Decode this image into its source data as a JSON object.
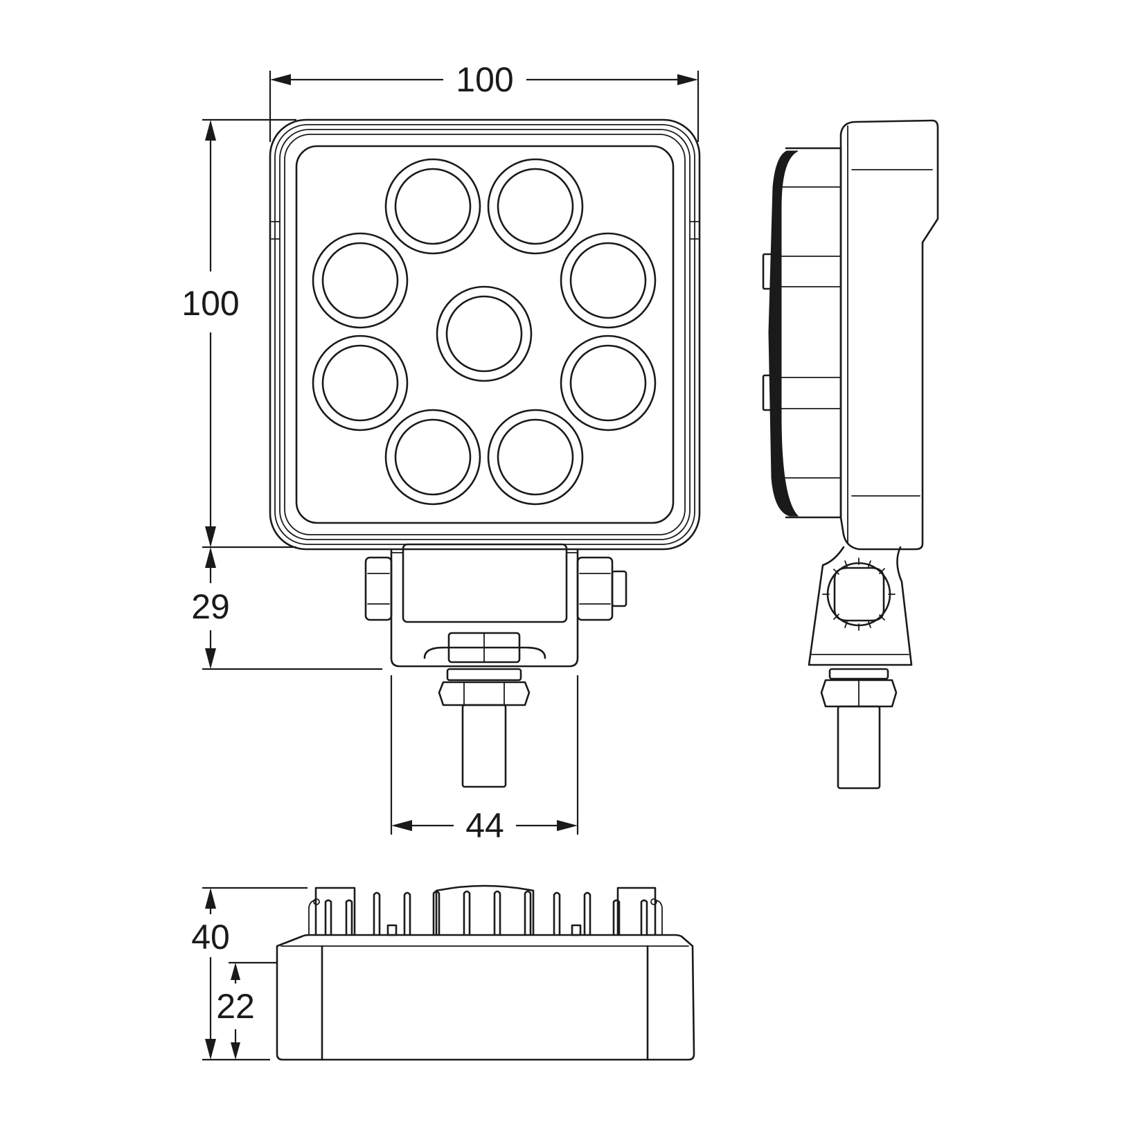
{
  "dimensions": {
    "width_top": "100",
    "height_left": "100",
    "bracket_height": "29",
    "bracket_width": "44",
    "total_depth": "40",
    "housing_depth": "22"
  },
  "views": [
    "front-view",
    "side-view",
    "top-view"
  ],
  "led_count": 9
}
